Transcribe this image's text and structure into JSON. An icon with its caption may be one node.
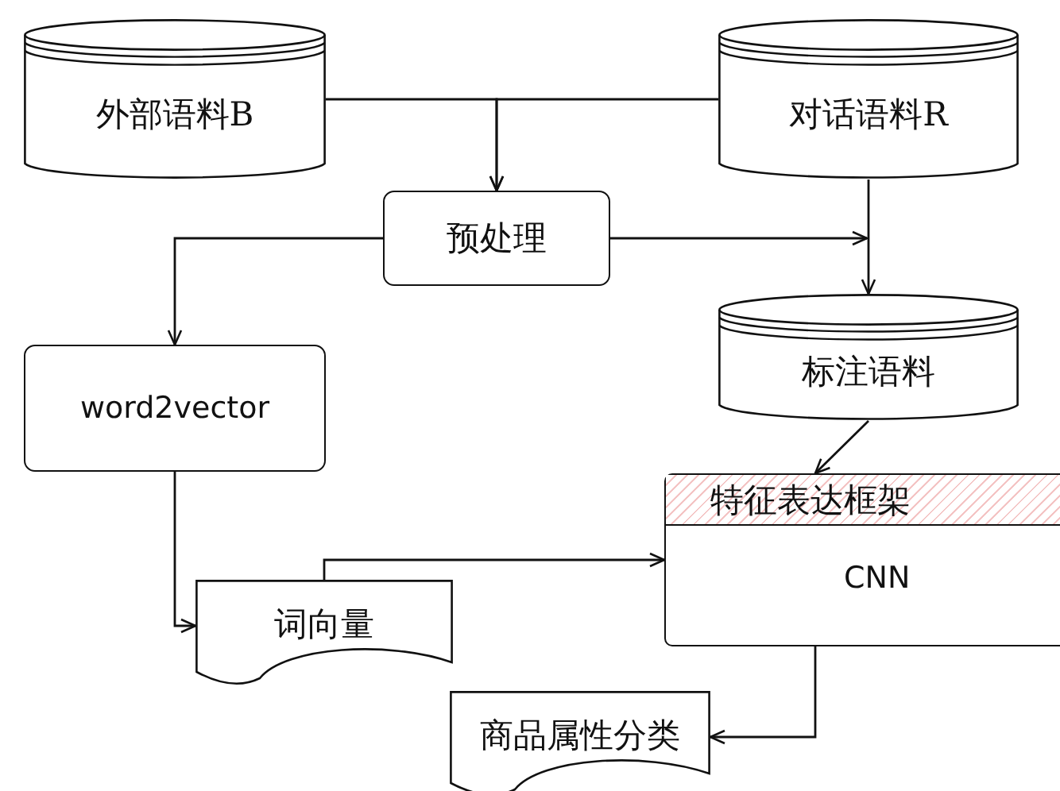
{
  "diagram": {
    "nodes": [
      {
        "text": [
          "外部语料B"
        ]
      },
      {
        "text": [
          "对话语料R"
        ]
      },
      {
        "text": [
          "预处理"
        ]
      },
      {
        "text": [
          "word2vector"
        ]
      },
      {
        "text": [
          "标注语料"
        ]
      },
      {
        "text": [
          "特征表达框架",
          "CNN"
        ]
      },
      {
        "text": [
          "词向量"
        ]
      },
      {
        "text": [
          "商品属性分类"
        ]
      }
    ],
    "edges": [
      {
        "from": 0,
        "to": 2,
        "arrow": "to"
      },
      {
        "from": 1,
        "to": 2,
        "arrow": "to"
      },
      {
        "from": 2,
        "to": 3,
        "arrow": "to"
      },
      {
        "from": 2,
        "to": 4,
        "arrow": "to"
      },
      {
        "from": 1,
        "to": 4,
        "arrow": "to"
      },
      {
        "from": 3,
        "to": 6,
        "arrow": "to"
      },
      {
        "from": 6,
        "to": 5,
        "arrow": "to"
      },
      {
        "from": 4,
        "to": 5,
        "arrow": "to"
      },
      {
        "from": 5,
        "to": 7,
        "arrow": "to"
      }
    ]
  }
}
